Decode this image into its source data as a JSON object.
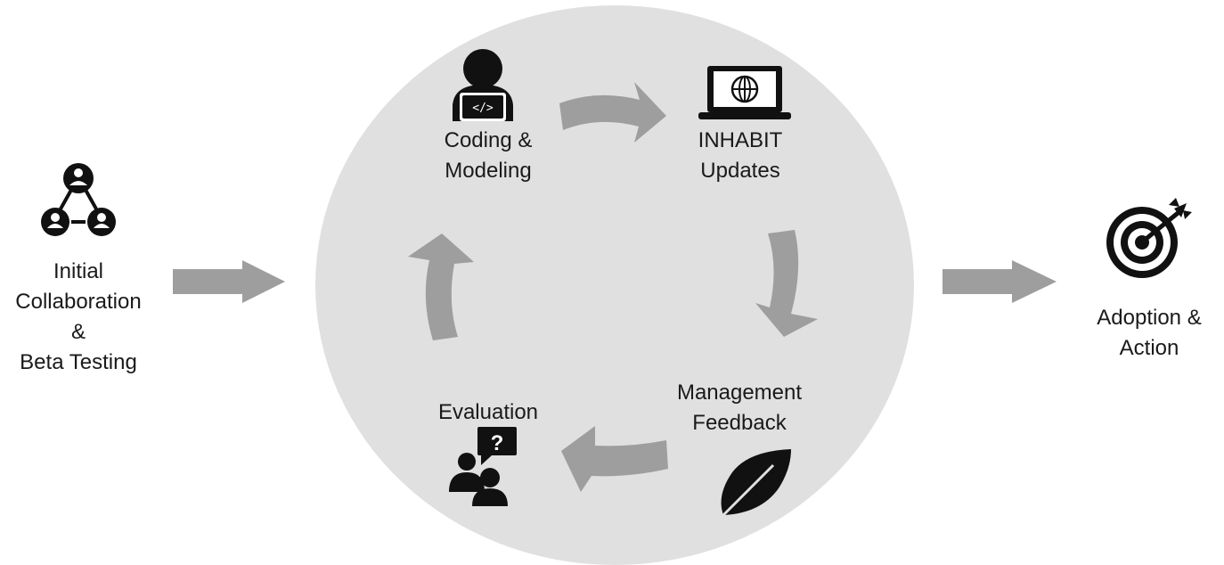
{
  "stages": {
    "initial": [
      "Initial",
      "Collaboration",
      "&",
      "Beta Testing"
    ],
    "coding": [
      "Coding &",
      "Modeling"
    ],
    "inhabit": [
      "INHABIT",
      "Updates"
    ],
    "management": [
      "Management",
      "Feedback"
    ],
    "evaluation": [
      "Evaluation"
    ],
    "adoption": [
      "Adoption &",
      "Action"
    ]
  },
  "colors": {
    "circle": "#e0e0e0",
    "arrow": "#9e9e9e",
    "icon": "#111111",
    "text": "#1a1a1a"
  },
  "icons": {
    "initial": "collaboration-network-icon",
    "coding": "coder-laptop-icon",
    "inhabit": "web-laptop-icon",
    "management": "leaf-icon",
    "evaluation": "question-people-icon",
    "adoption": "target-icon"
  }
}
